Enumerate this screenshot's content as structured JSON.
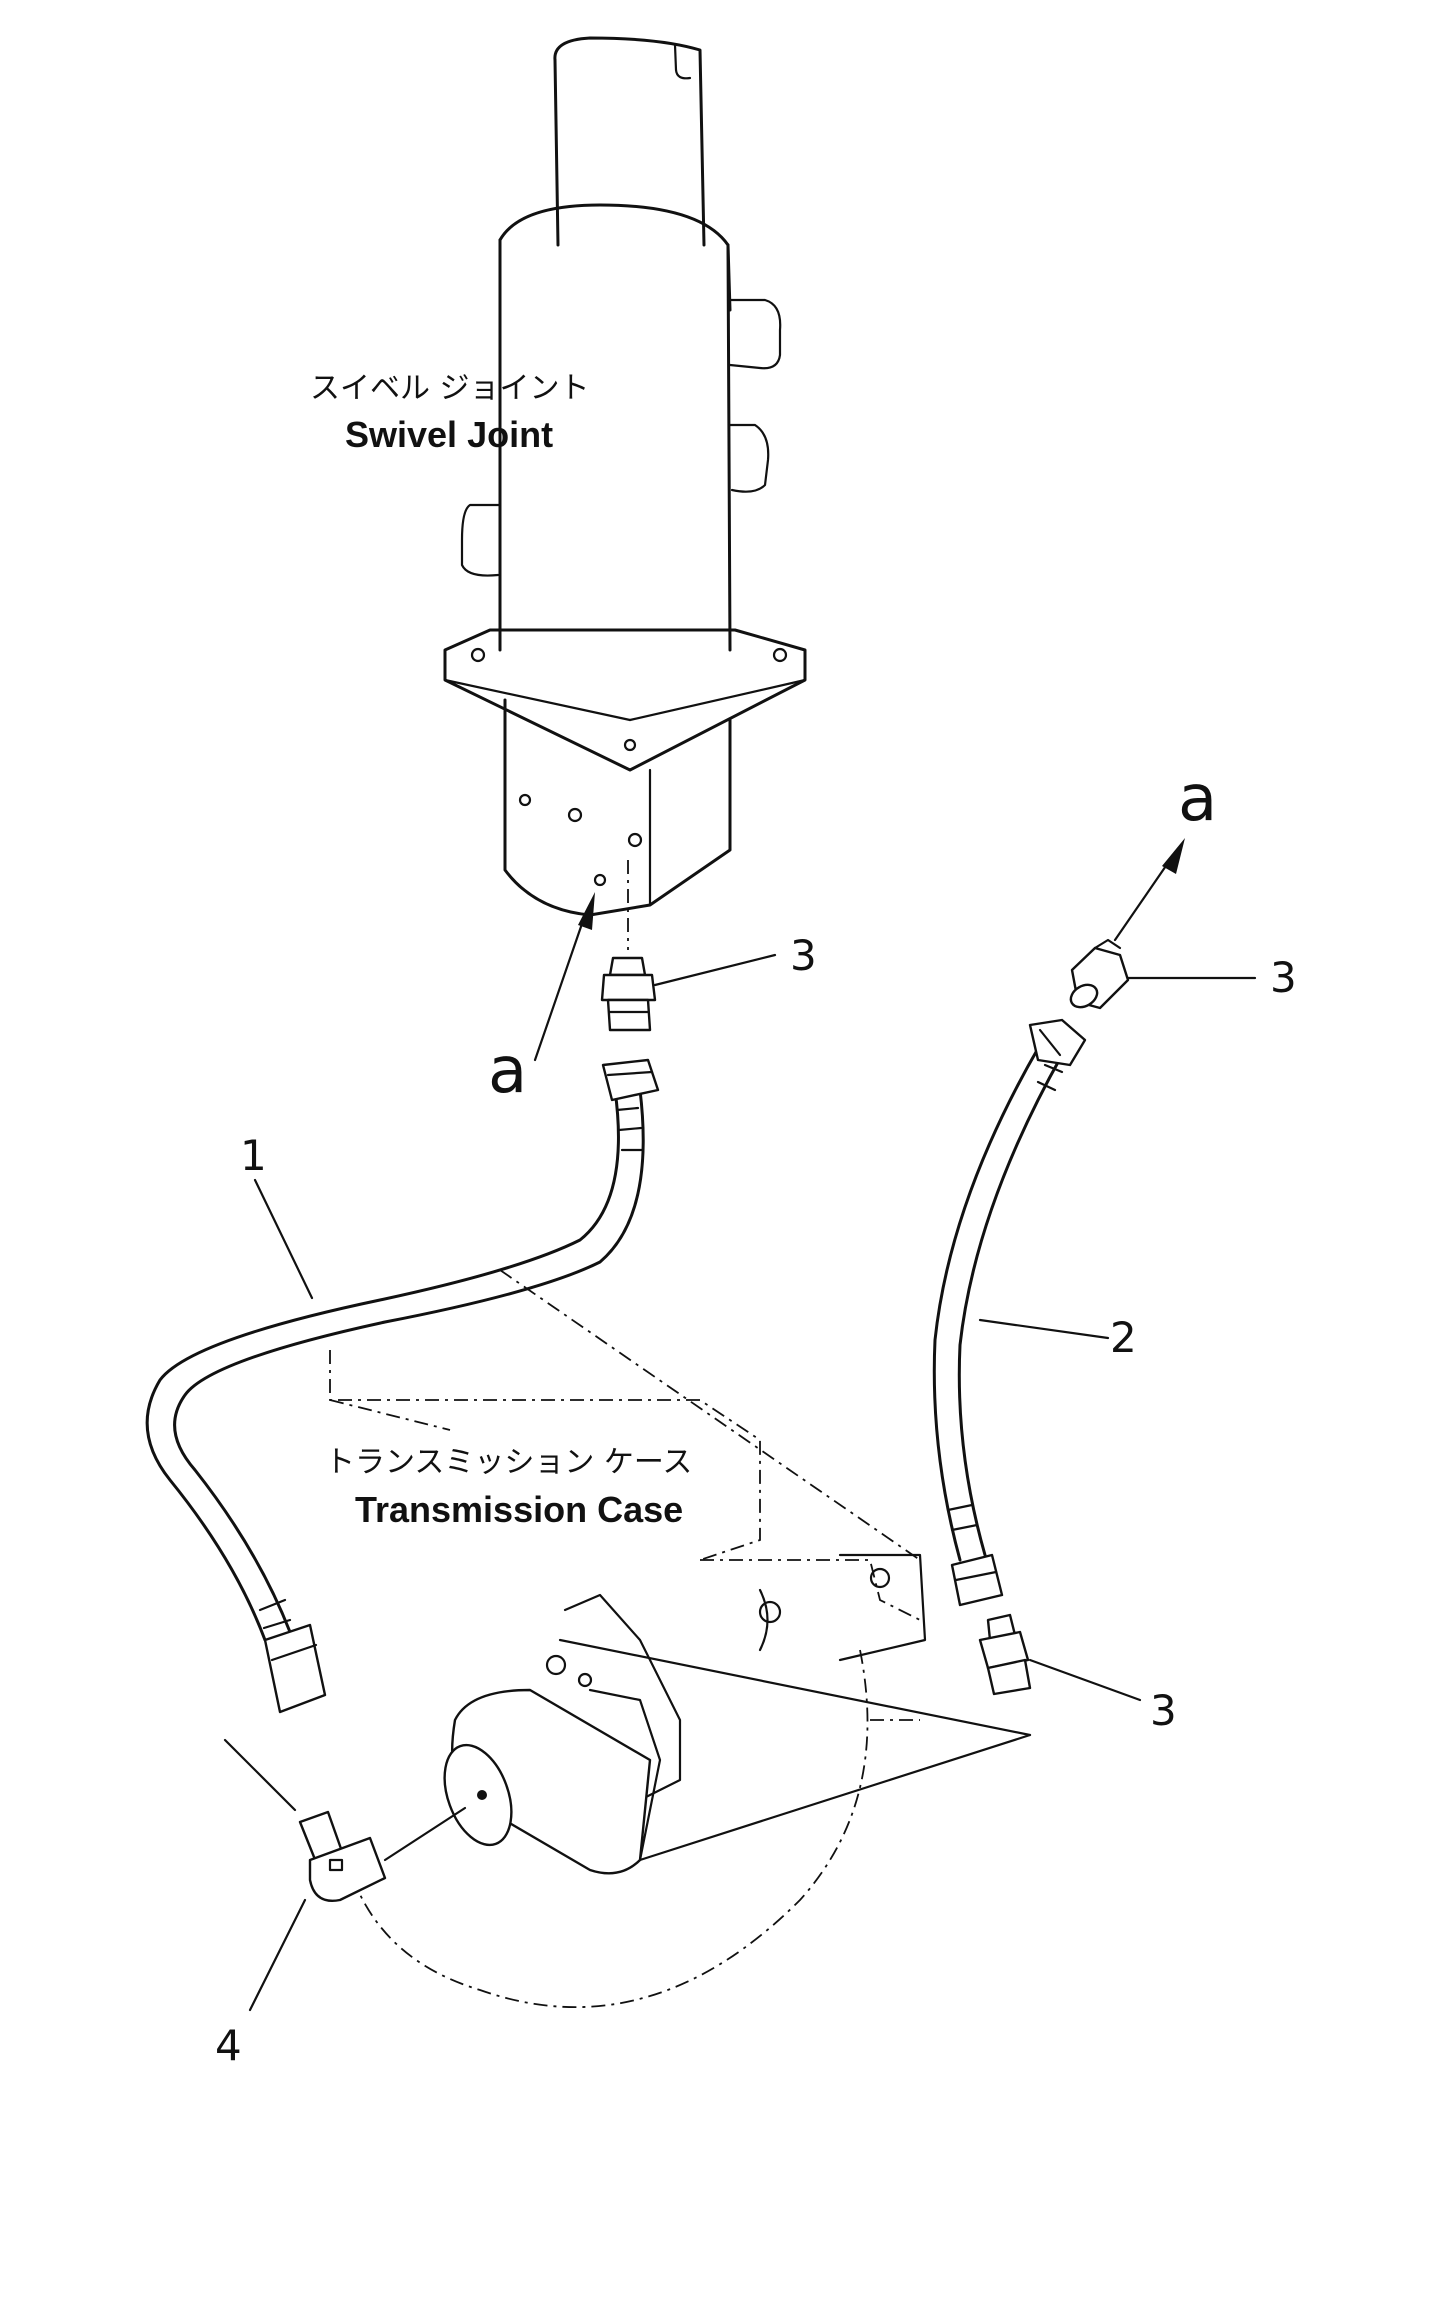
{
  "labels": {
    "swivel_joint_jp": "スイベル ジョイント",
    "swivel_joint_en": "Swivel Joint",
    "transmission_case_jp": "トランスミッション ケース",
    "transmission_case_en": "Transmission Case"
  },
  "callouts": {
    "part_1": "1",
    "part_2": "2",
    "part_3_top_center": "3",
    "part_3_top_right": "3",
    "part_3_bottom_right": "3",
    "part_4": "4",
    "ref_a_left": "a",
    "ref_a_right": "a"
  }
}
